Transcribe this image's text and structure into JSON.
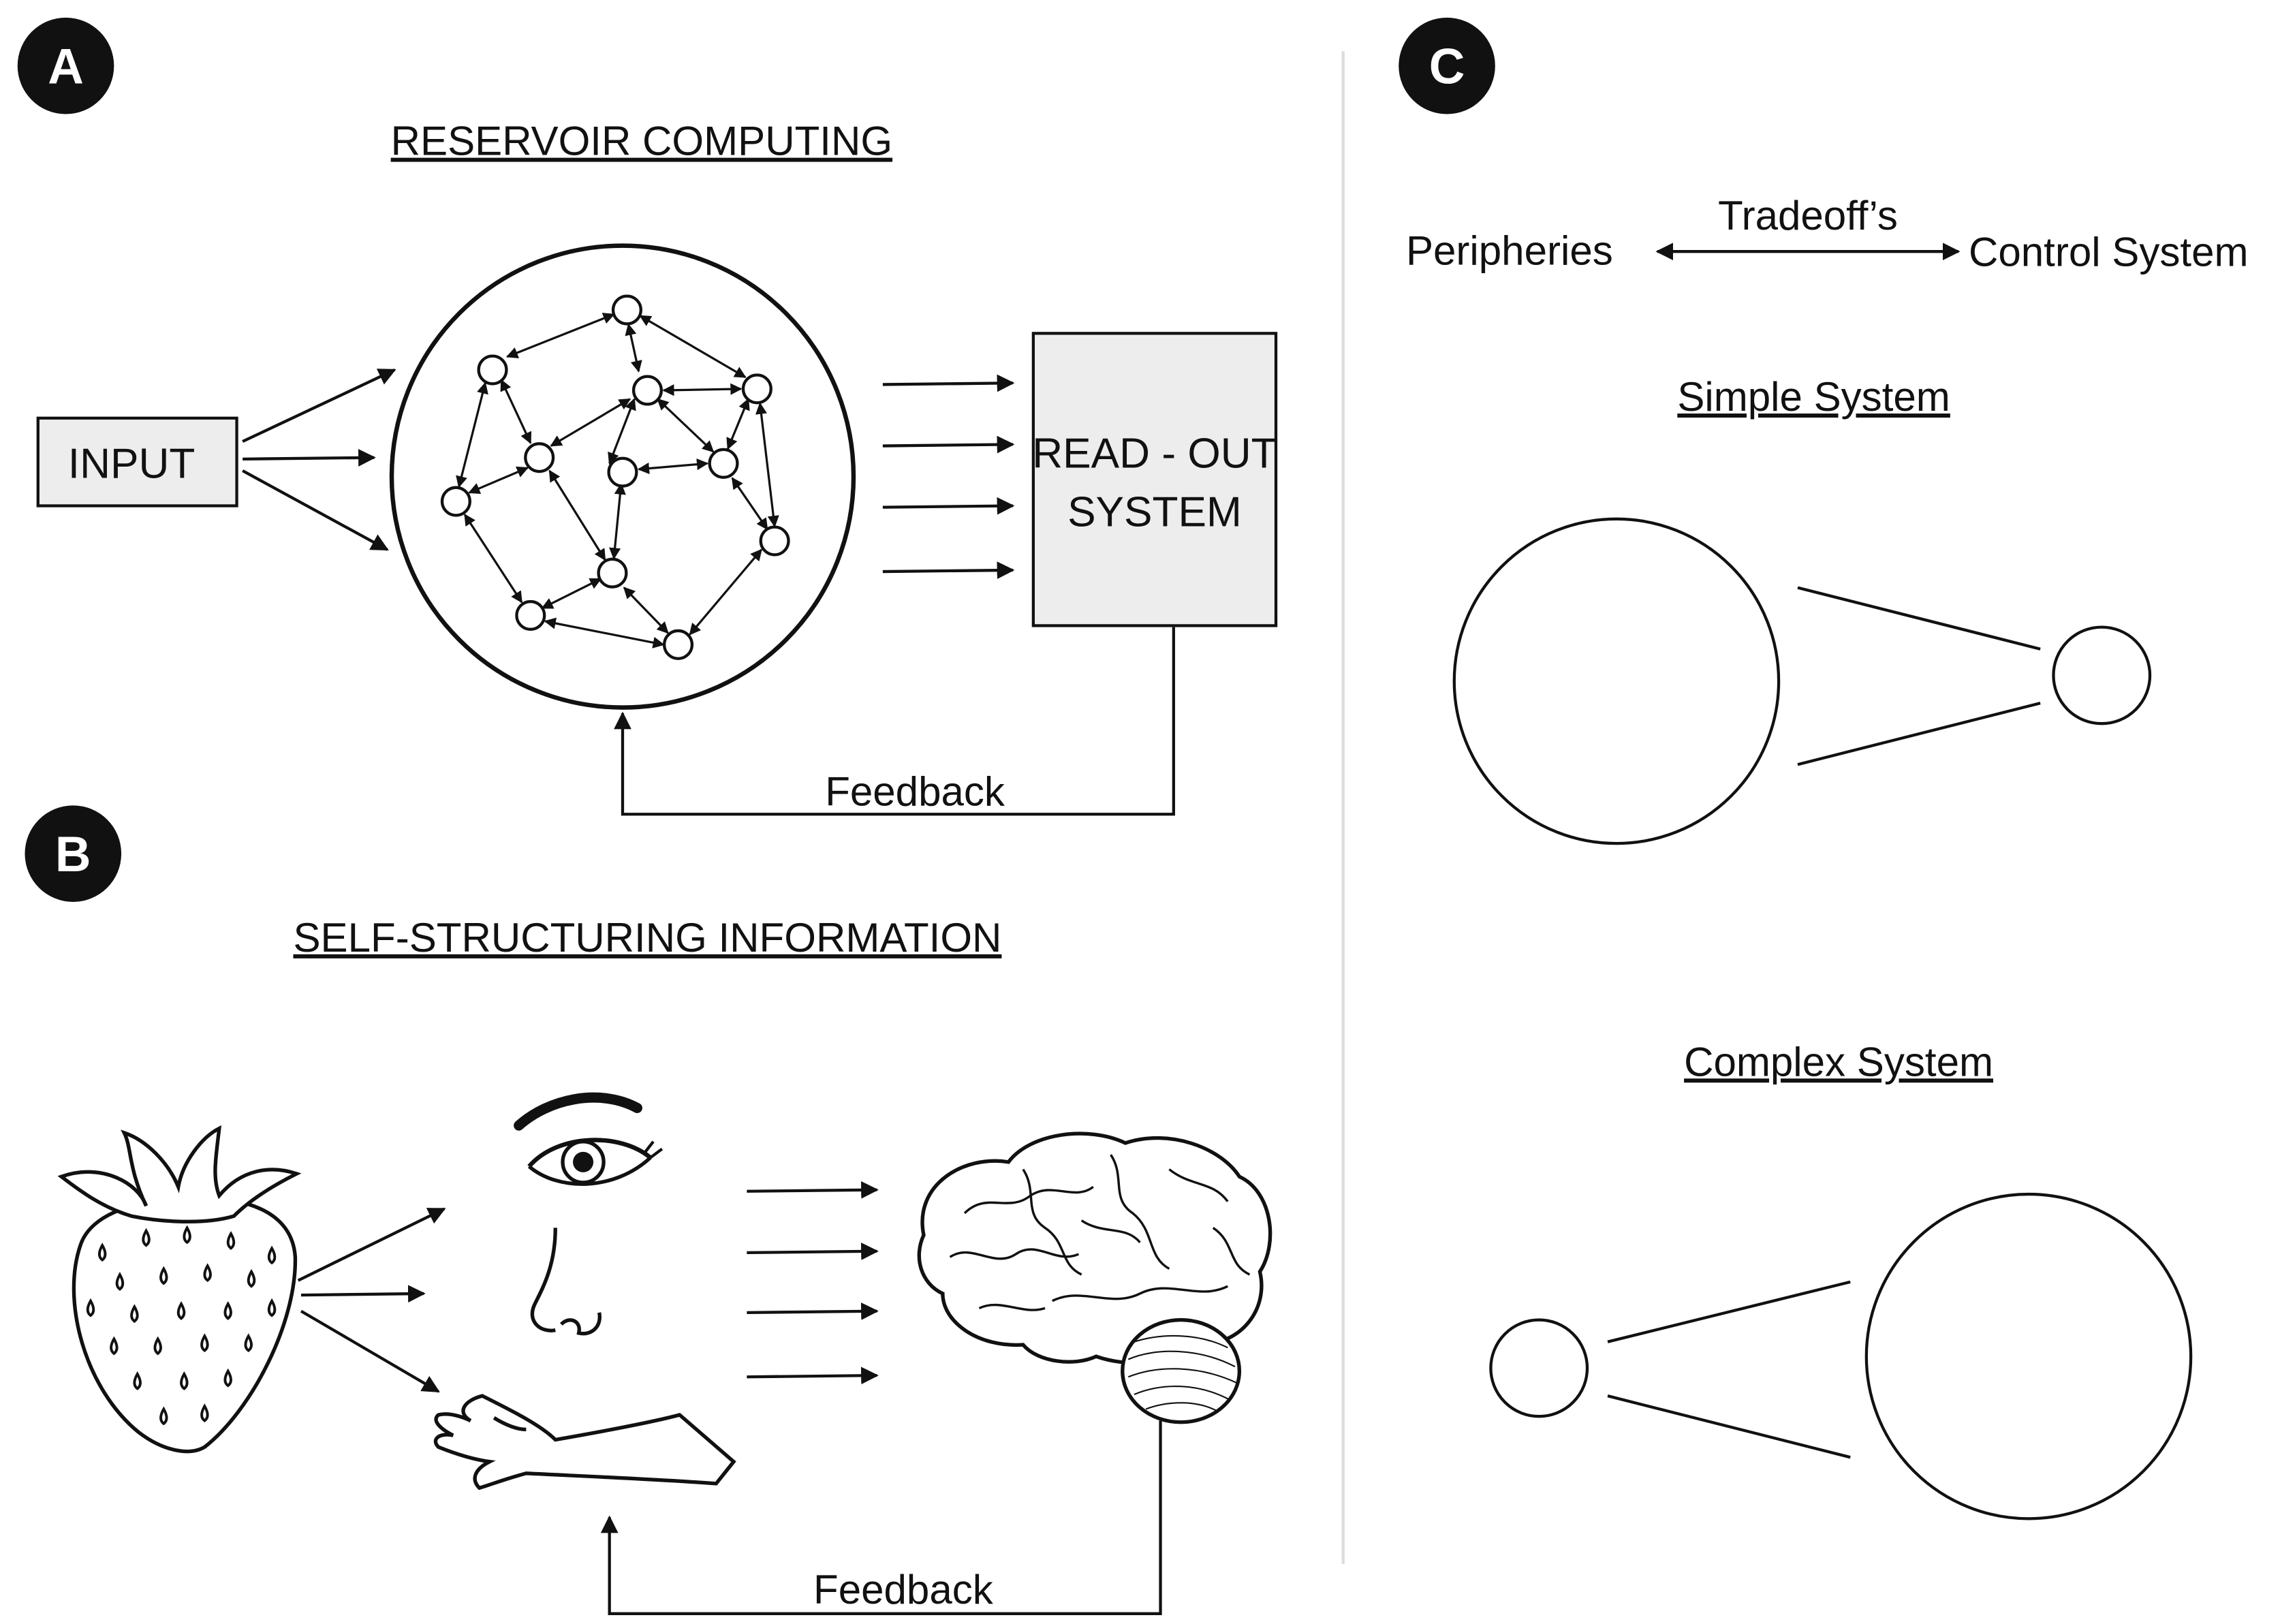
{
  "panels": {
    "a": {
      "badge": "A",
      "title": "RESERVOIR COMPUTING",
      "input_label": "INPUT",
      "readout_line1": "READ - OUT",
      "readout_line2": "SYSTEM",
      "feedback_label": "Feedback"
    },
    "b": {
      "badge": "B",
      "title": "SELF-STRUCTURING INFORMATION",
      "feedback_label": "Feedback"
    },
    "c": {
      "badge": "C",
      "tradeoff_label": "Tradeoff’s",
      "left_label": "Peripheries",
      "right_label": "Control System",
      "simple_title": "Simple System",
      "complex_title": "Complex System"
    }
  },
  "colors": {
    "ink": "#111111",
    "box_fill": "#ededed",
    "divider": "#dddddd",
    "badge_text": "#ffffff"
  }
}
